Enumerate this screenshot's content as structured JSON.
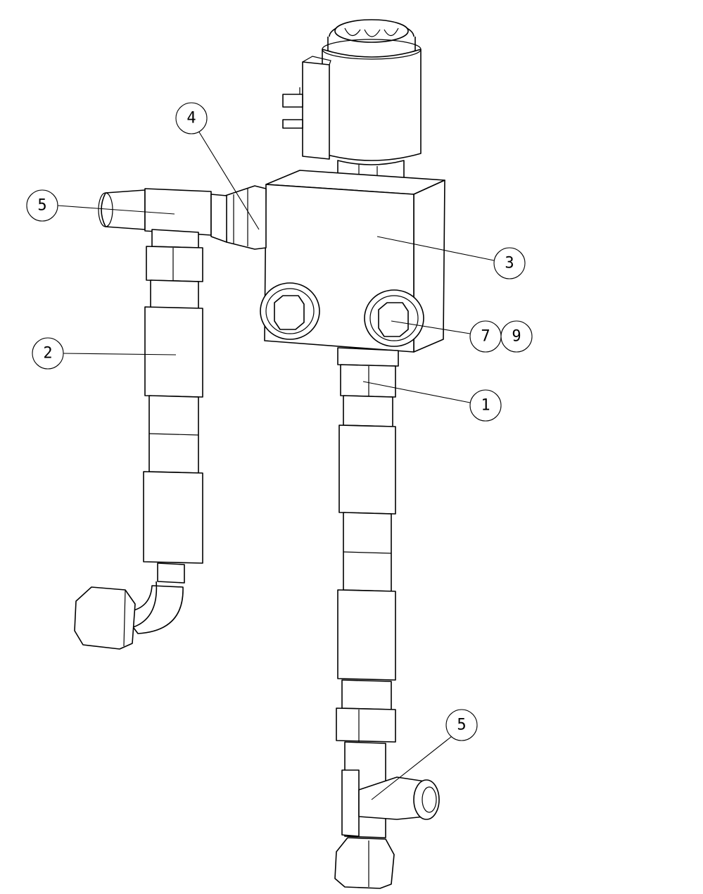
{
  "balloons": [
    {
      "id": "b5a",
      "label": "5"
    },
    {
      "id": "b4",
      "label": "4"
    },
    {
      "id": "b3",
      "label": "3"
    },
    {
      "id": "b2",
      "label": "2"
    },
    {
      "id": "b7",
      "label": "7"
    },
    {
      "id": "b9",
      "label": "9"
    },
    {
      "id": "b1",
      "label": "1"
    },
    {
      "id": "b5b",
      "label": "5"
    }
  ]
}
